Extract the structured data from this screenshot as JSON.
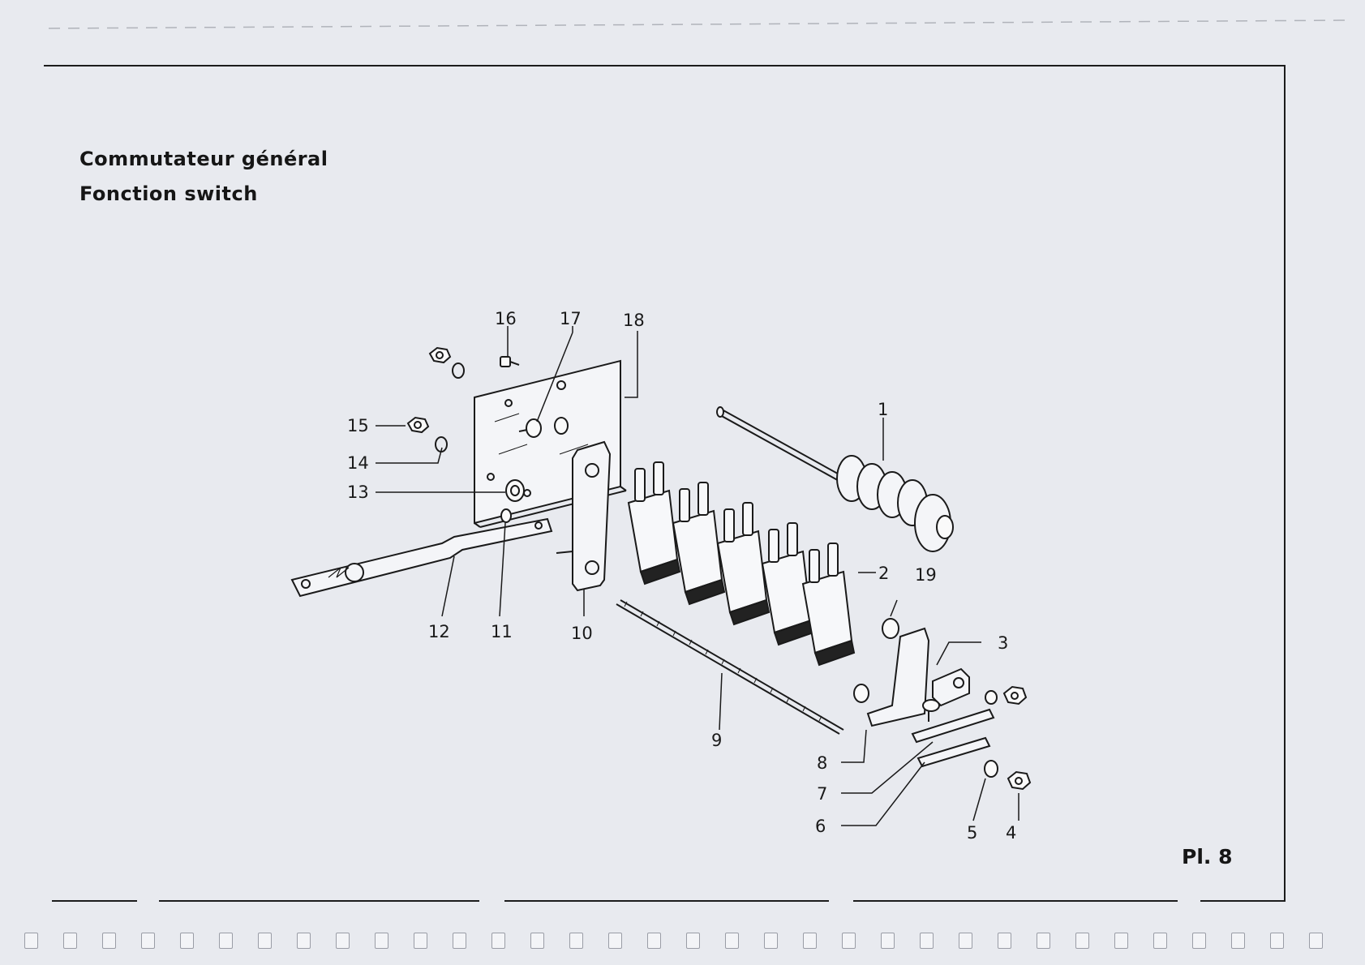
{
  "document": {
    "title_fr": "Commutateur général",
    "title_en": "Fonction switch",
    "plate": "Pl. 8"
  },
  "callouts": [
    "1",
    "2",
    "3",
    "4",
    "5",
    "6",
    "7",
    "8",
    "9",
    "10",
    "11",
    "12",
    "13",
    "14",
    "15",
    "16",
    "17",
    "18",
    "19"
  ]
}
